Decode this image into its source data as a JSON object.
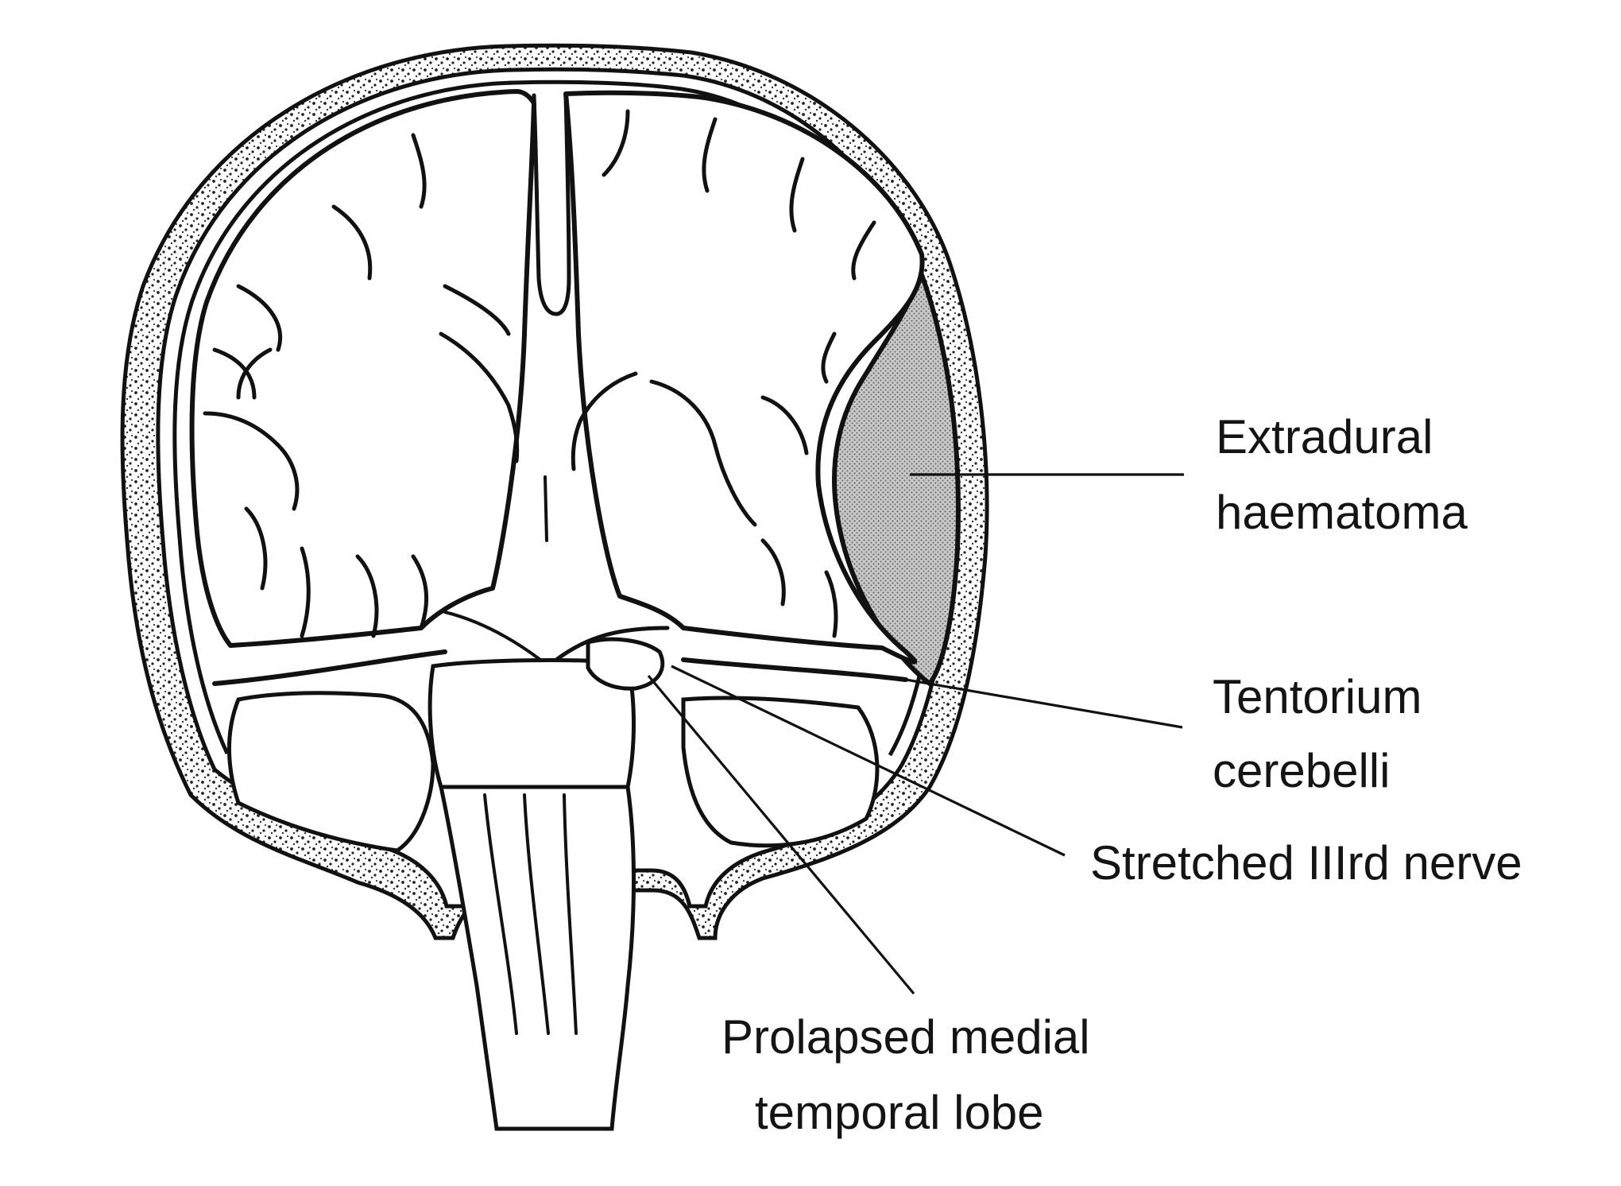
{
  "labels": {
    "extradural_line1": "Extradural",
    "extradural_line2": "haematoma",
    "tentorium_line1": "Tentorium",
    "tentorium_line2": "cerebelli",
    "nerve": "Stretched IIIrd nerve",
    "prolapsed_line1": "Prolapsed medial",
    "prolapsed_line2": "temporal lobe"
  },
  "colors": {
    "ink": "#111111",
    "background": "#ffffff",
    "haematoma_fill": "#b9b9b9"
  }
}
